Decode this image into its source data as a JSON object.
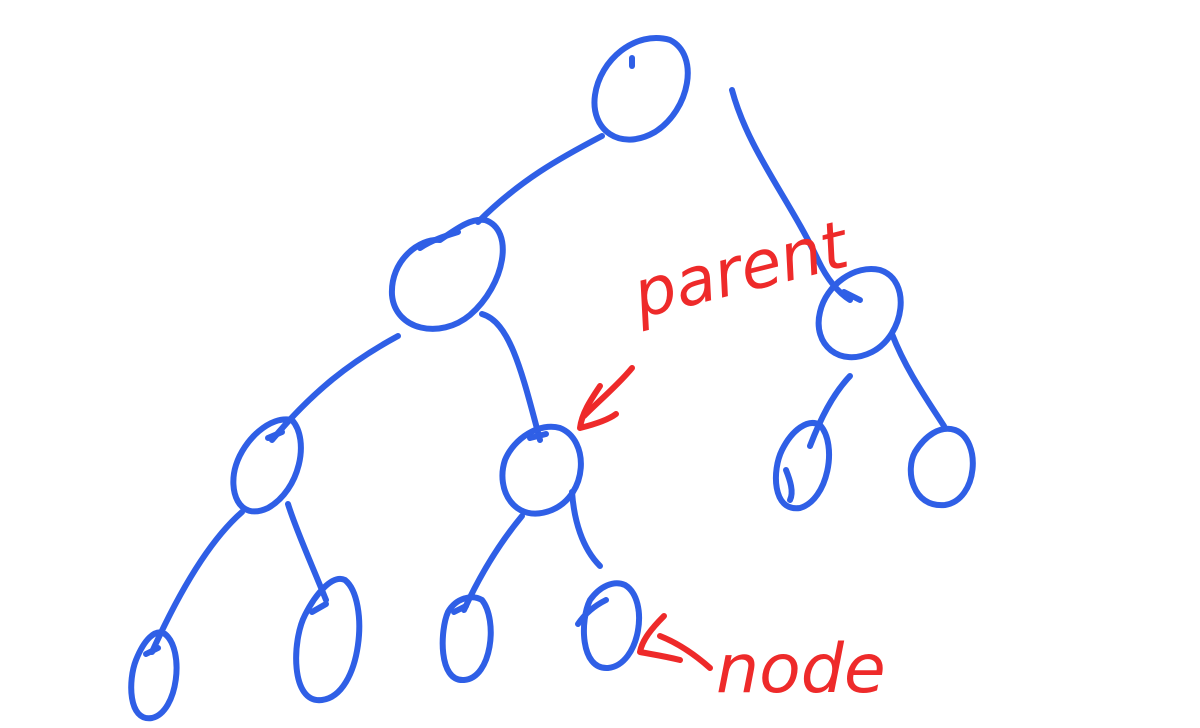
{
  "diagram": {
    "ink_color": "#2f5fe6",
    "annotation_color": "#ee2a2a",
    "nodes": [
      {
        "id": "root"
      },
      {
        "id": "l1-left"
      },
      {
        "id": "l1-right"
      },
      {
        "id": "l2-a"
      },
      {
        "id": "l2-b"
      },
      {
        "id": "l2-c"
      },
      {
        "id": "l2-d"
      },
      {
        "id": "l3-a"
      },
      {
        "id": "l3-b"
      },
      {
        "id": "l3-c"
      },
      {
        "id": "l3-d"
      }
    ],
    "edges": [
      {
        "from": "root",
        "to": "l1-left"
      },
      {
        "from": "root",
        "to": "l1-right"
      },
      {
        "from": "l1-left",
        "to": "l2-a"
      },
      {
        "from": "l1-left",
        "to": "l2-b"
      },
      {
        "from": "l1-right",
        "to": "l2-c"
      },
      {
        "from": "l1-right",
        "to": "l2-d"
      },
      {
        "from": "l2-a",
        "to": "l3-a"
      },
      {
        "from": "l2-a",
        "to": "l3-b"
      },
      {
        "from": "l2-b",
        "to": "l3-c"
      },
      {
        "from": "l2-b",
        "to": "l3-d"
      }
    ],
    "annotations": {
      "parent_label": "parent",
      "node_label": "node"
    }
  }
}
